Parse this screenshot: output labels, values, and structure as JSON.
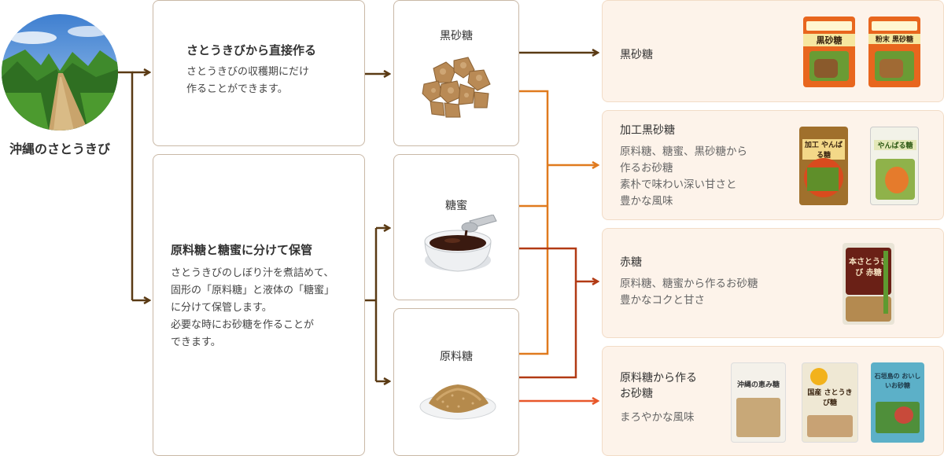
{
  "source": {
    "label": "沖縄のさとうきび"
  },
  "methods": [
    {
      "title": "さとうきびから直接作る",
      "body": [
        "さとうきびの収穫期にだけ",
        "作ることができます。"
      ]
    },
    {
      "title": "原料糖と糖蜜に分けて保管",
      "body": [
        "さとうきびのしぼり汁を煮詰めて、",
        "固形の「原料糖」と液体の「糖蜜」",
        "に分けて保管します。",
        "必要な時にお砂糖を作ることが",
        "できます。"
      ]
    }
  ],
  "materials": [
    {
      "label": "黒砂糖"
    },
    {
      "label": "糖蜜"
    },
    {
      "label": "原料糖"
    }
  ],
  "products": [
    {
      "title": "黒砂糖",
      "body": []
    },
    {
      "title": "加工黒砂糖",
      "body": [
        "原料糖、糖蜜、黒砂糖から",
        "作るお砂糖",
        "素朴で味わい深い甘さと",
        "豊かな風味"
      ]
    },
    {
      "title": "赤糖",
      "body": [
        "原料糖、糖蜜から作るお砂糖",
        "豊かなコクと甘さ"
      ]
    },
    {
      "title": "原料糖から作る",
      "title2": "お砂糖",
      "body": [
        "まろやかな風味"
      ]
    }
  ],
  "package_text": {
    "p1a": "黒砂糖",
    "p1b": "粉末 黒砂糖",
    "p2a": "加工 やんばる糖",
    "p2b": "やんばる糖",
    "p3": "本さとうきび 赤糖",
    "p4a": "沖縄の恵み糖",
    "p4b": "国産 さとうきび糖",
    "p4c": "石垣島の おいしいお砂糖"
  },
  "colors": {
    "dark": "#5a3a14",
    "orange": "#e07a1e",
    "red": "#b23a14",
    "lightorange": "#e8572a",
    "border": "#c9b8a6",
    "panel": "#fdf3ea"
  }
}
